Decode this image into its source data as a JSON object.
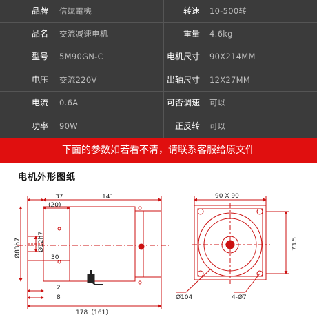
{
  "specs": [
    {
      "left_label": "品牌",
      "left_value": "信竑電機",
      "right_label": "转速",
      "right_value": "10-500转"
    },
    {
      "left_label": "品名",
      "left_value": "交流减速电机",
      "right_label": "重量",
      "right_value": "4.6kg"
    },
    {
      "left_label": "型号",
      "left_value": "5M90GN-C",
      "right_label": "电机尺寸",
      "right_value": "90X214MM"
    },
    {
      "left_label": "电压",
      "left_value": "交流220V",
      "right_label": "出轴尺寸",
      "right_value": "12X27MM"
    },
    {
      "left_label": "电流",
      "left_value": "0.6A",
      "right_label": "可否调速",
      "right_value": "可以"
    },
    {
      "left_label": "功率",
      "left_value": "90W",
      "right_label": "正反转",
      "right_value": "可以"
    }
  ],
  "banner": "下面的参数如若看不清，请联系客服给原文件",
  "drawing_title": "电机外形图纸",
  "dims": {
    "d37": "37",
    "d20": "(20)",
    "d141": "141",
    "d90x90": "90 X 90",
    "d12h7": "Ø12h7",
    "d83h7": "Ø83h7",
    "d30": "30",
    "d2": "2",
    "d8": "8",
    "d178": "178（161）",
    "d735": "73.5",
    "d104": "Ø104",
    "d4_7": "4-Ø7"
  },
  "colors": {
    "table_bg": "#3b3b3b",
    "banner_bg": "#e00f0f",
    "drawing_red": "#cc1111",
    "label_gray": "#bdbdbd"
  }
}
